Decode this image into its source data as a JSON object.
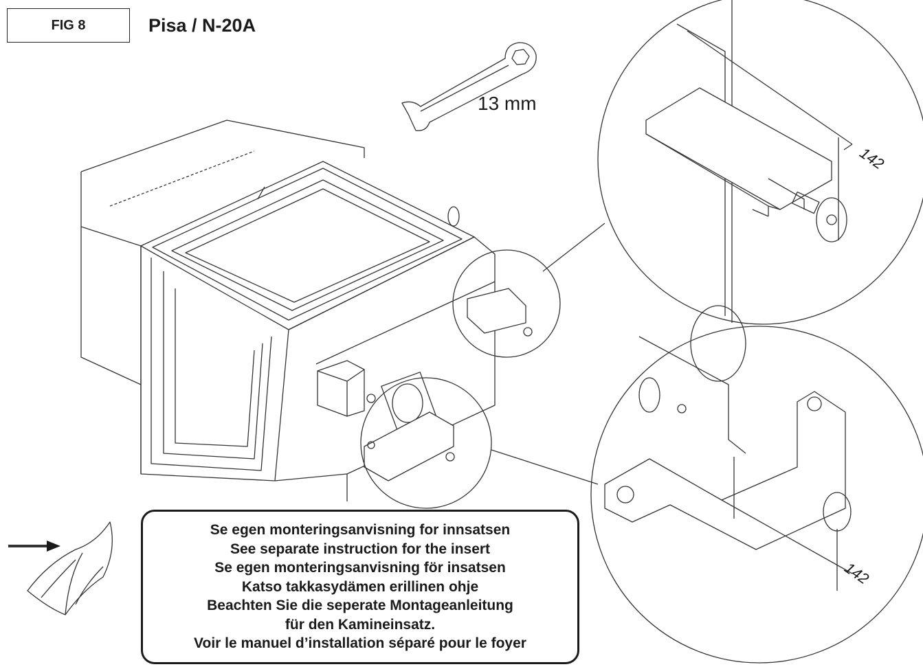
{
  "header": {
    "figure_label": "FIG 8",
    "model_title": "Pisa / N-20A"
  },
  "tool": {
    "icon": "wrench-icon",
    "size_label": "13 mm"
  },
  "dimensions": {
    "top_detail": "142",
    "bottom_detail": "142"
  },
  "notice": {
    "icon": "open-book-icon",
    "lines": [
      "Se egen monteringsanvisning for innsatsen",
      "See separate instruction for the insert",
      "Se egen monteringsanvisning för insatsen",
      "Katso takkasydämen erillinen ohje",
      "Beachten Sie die seperate Montageanleitung",
      "für den Kamineinsatz.",
      "Voir le manuel d’installation séparé pour le foyer"
    ]
  }
}
